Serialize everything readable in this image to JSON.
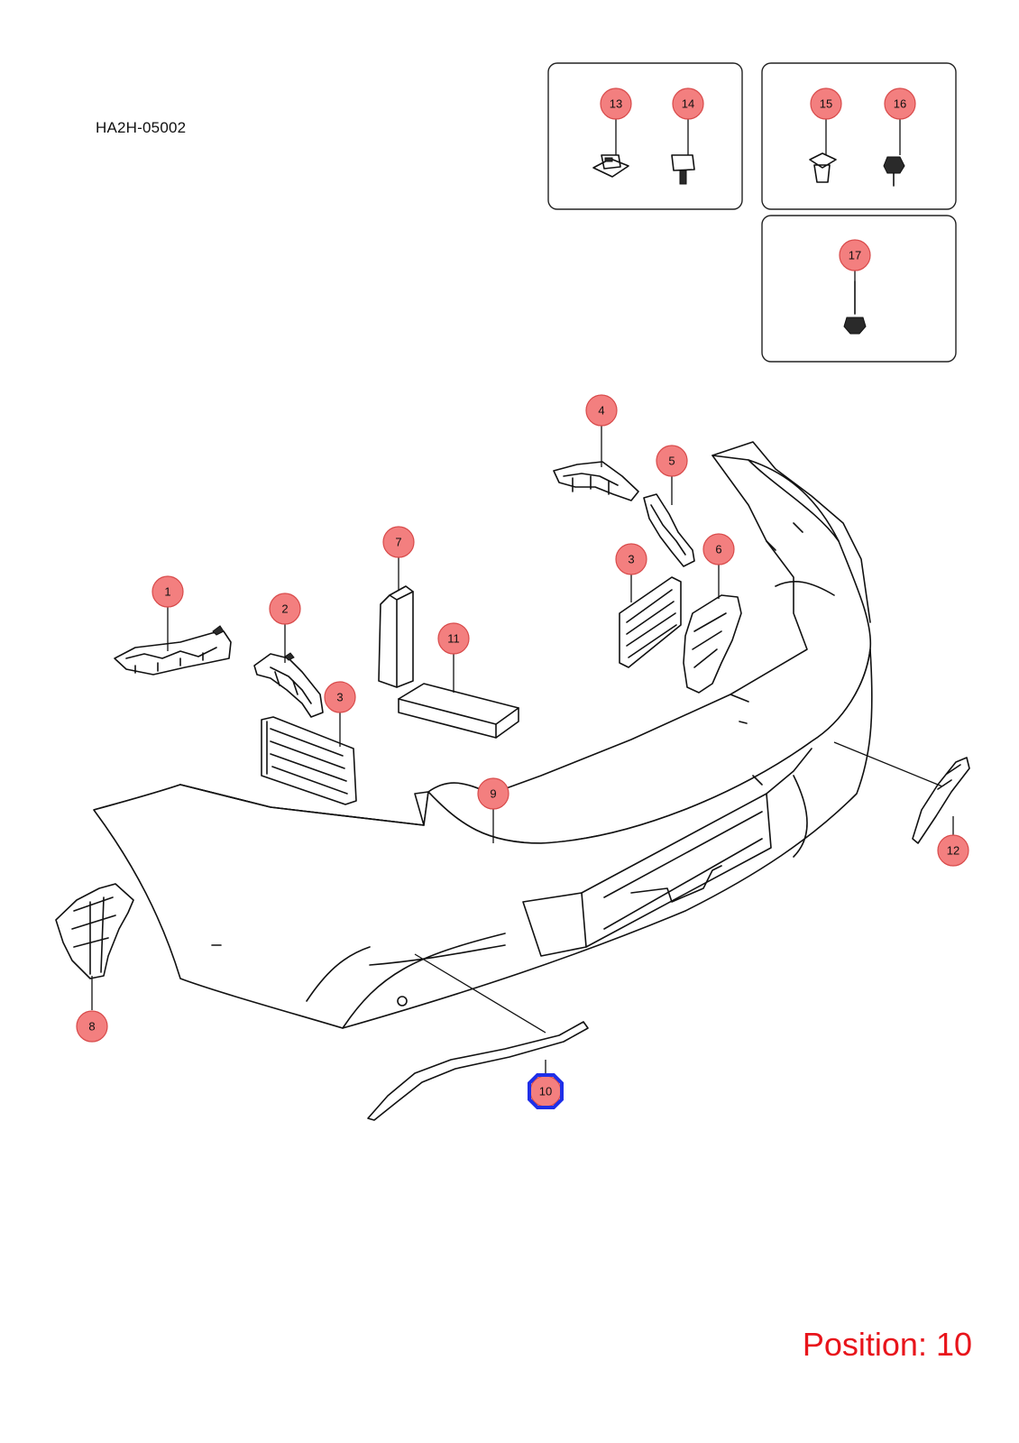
{
  "diagram": {
    "document_code": "HA2H-05002",
    "position_label": "Position: 10",
    "selected_position": "10",
    "callouts": [
      "1",
      "2",
      "3",
      "3",
      "4",
      "5",
      "6",
      "7",
      "8",
      "9",
      "10",
      "11",
      "12",
      "13",
      "14",
      "15",
      "16",
      "17"
    ]
  },
  "colors": {
    "callout_fill": "#f37f7f",
    "selection_ring": "#1f2fe8",
    "position_text": "#e8141b"
  }
}
